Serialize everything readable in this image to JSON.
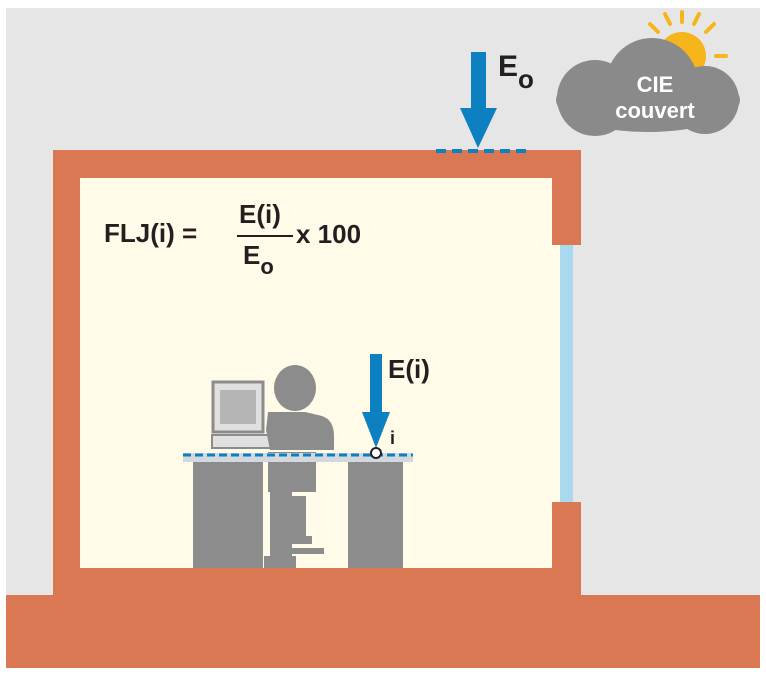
{
  "formula": {
    "lhs": "FLJ(i) =",
    "numerator": "E(i)",
    "denominator_main": "E",
    "denominator_sub": "o",
    "multiplier": "x 100"
  },
  "outdoor_label": {
    "main": "E",
    "sub": "o"
  },
  "indoor_label": "E(i)",
  "point_label": "i",
  "sky_label": {
    "line1": "CIE",
    "line2": "couvert"
  },
  "colors": {
    "background": "#e6e6e7",
    "wall": "#d97853",
    "room_interior": "#fffbe8",
    "arrow": "#0d80c1",
    "window_glass": "#a8d9ef",
    "figure_gray": "#8c8c8c",
    "cloud": "#8a8a8a",
    "sun": "#f6b51a"
  },
  "icons": [
    "sun-icon",
    "cloud-icon",
    "computer-icon",
    "person-icon",
    "desk-icon",
    "chair-icon"
  ]
}
